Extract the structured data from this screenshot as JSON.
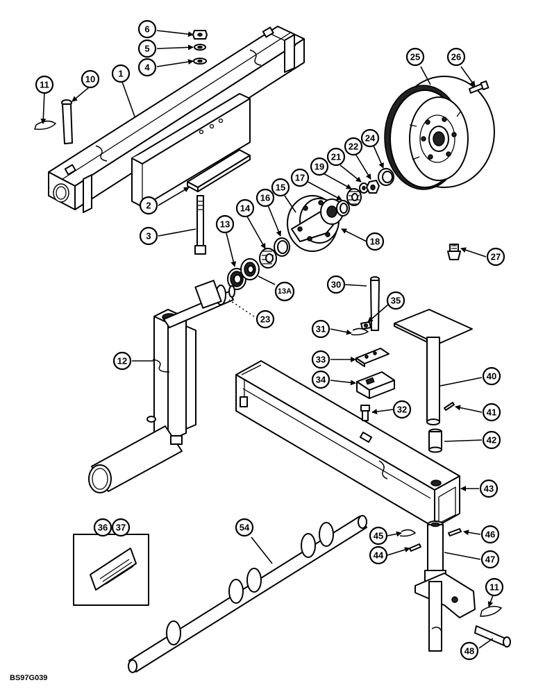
{
  "drawing_code": "BS97G039",
  "callouts": {
    "c1": "1",
    "c2": "2",
    "c3": "3",
    "c4": "4",
    "c5": "5",
    "c6": "6",
    "c10": "10",
    "c11a": "11",
    "c11b": "11",
    "c12": "12",
    "c13": "13",
    "c13a": "13A",
    "c14": "14",
    "c15": "15",
    "c16": "16",
    "c17": "17",
    "c18": "18",
    "c19": "19",
    "c21": "21",
    "c22": "22",
    "c23": "23",
    "c24": "24",
    "c25": "25",
    "c26": "26",
    "c27": "27",
    "c30": "30",
    "c31": "31",
    "c32": "32",
    "c33": "33",
    "c34": "34",
    "c35": "35",
    "c36": "36",
    "c37": "37",
    "c40": "40",
    "c41": "41",
    "c42": "42",
    "c43": "43",
    "c44": "44",
    "c45": "45",
    "c46": "46",
    "c47": "47",
    "c48": "48",
    "c54": "54"
  }
}
